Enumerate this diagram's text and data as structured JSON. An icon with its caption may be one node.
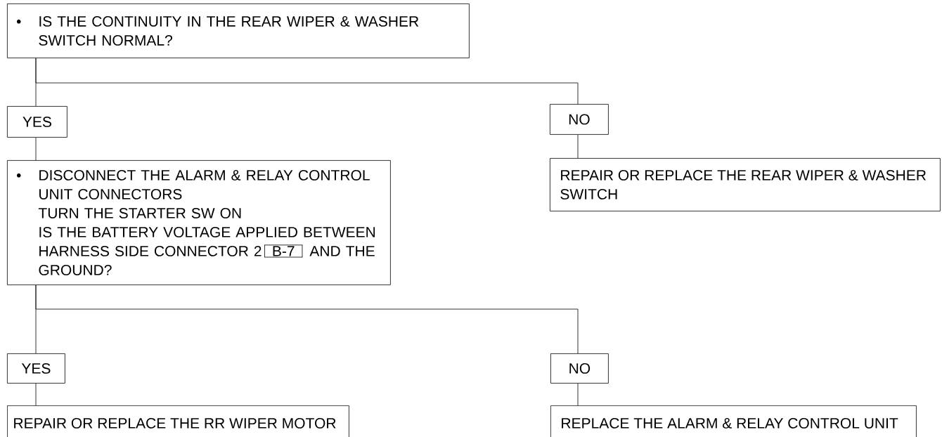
{
  "diagram": {
    "nodes": [
      {
        "text": [
          "•",
          "IS THE CONTINUITY IN THE REAR WIPER & WASHER SWITCH NORMAL?"
        ]
      },
      {
        "text": [
          "YES"
        ]
      },
      {
        "text": [
          "NO"
        ]
      },
      {
        "text": [
          "•",
          "DISCONNECT THE ALARM & RELAY CONTROL UNIT CONNECTORS",
          "TURN THE STARTER SW ON",
          "IS THE BATTERY VOLTAGE APPLIED BETWEEN HARNESS SIDE CONNECTOR 2",
          "B-7",
          "AND THE GROUND?"
        ]
      },
      {
        "text": [
          "REPAIR OR REPLACE THE REAR WIPER & WASHER SWITCH"
        ]
      },
      {
        "text": [
          "YES"
        ]
      },
      {
        "text": [
          "NO"
        ]
      },
      {
        "text": [
          "REPAIR OR REPLACE THE RR WIPER MOTOR"
        ]
      },
      {
        "text": [
          "REPLACE THE ALARM & RELAY CONTROL UNIT"
        ]
      }
    ],
    "edges": [
      {
        "from": 0,
        "to": 1,
        "arrow": "none"
      },
      {
        "from": 0,
        "to": 2,
        "arrow": "none"
      },
      {
        "from": 1,
        "to": 3,
        "arrow": "none"
      },
      {
        "from": 2,
        "to": 4,
        "arrow": "none"
      },
      {
        "from": 3,
        "to": 5,
        "arrow": "none"
      },
      {
        "from": 3,
        "to": 6,
        "arrow": "none"
      },
      {
        "from": 5,
        "to": 7,
        "arrow": "none"
      },
      {
        "from": 6,
        "to": 8,
        "arrow": "none"
      }
    ]
  }
}
